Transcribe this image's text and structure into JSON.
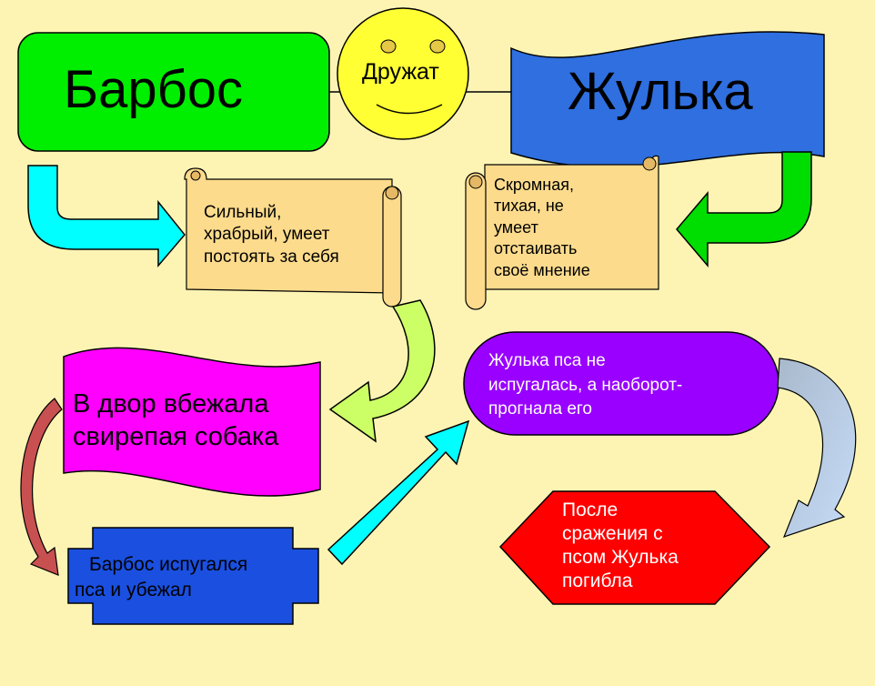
{
  "nodes": {
    "barbos": "Барбос",
    "zhulka": "Жулька",
    "druzhat": "Дружат",
    "barbos_traits": [
      "Сильный,",
      "храбрый, умеет",
      "постоять за себя"
    ],
    "zhulka_traits": [
      "Скромная,",
      "тихая, не",
      "умеет",
      "отстаивать",
      "своё мнение"
    ],
    "dog_came": [
      "В двор вбежала",
      "свирепая собака"
    ],
    "barbos_fled": [
      "Барбос испугался",
      "пса и убежал"
    ],
    "zhulka_chased": [
      "Жулька пса не",
      "испугалась, а наоборот-",
      "прогнала его"
    ],
    "zhulka_died": [
      "После",
      "сражения с",
      "псом Жулька",
      "погибла"
    ]
  },
  "colors": {
    "background": "#fdf4b4",
    "barbos_box": "#00ee00",
    "zhulka_banner": "#2f6fe0",
    "smiley": "#ffff33",
    "scroll": "#fcdb8c",
    "dog_banner": "#ff00ff",
    "barbos_fled_box": "#1a4fe0",
    "zhulka_chased_box": "#9900ff",
    "zhulka_died_hex": "#ff0000"
  }
}
